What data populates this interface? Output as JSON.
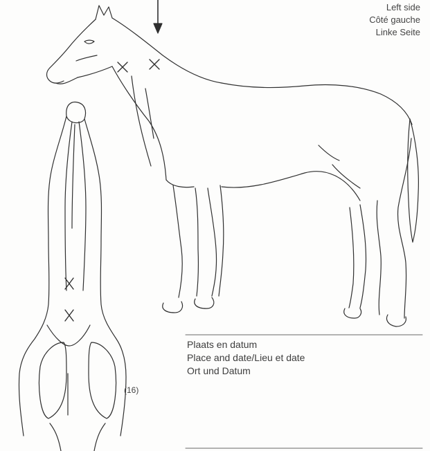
{
  "side_label": {
    "line1": "Left side",
    "line2": "Côté gauche",
    "line3": "Linke Seite"
  },
  "signature_block": {
    "line1": "Plaats en datum",
    "line2": "Place and date/Lieu et date",
    "line3": "Ort und Datum"
  },
  "figure_number": "(16)",
  "colors": {
    "ink": "#2f2f2f",
    "paper": "#fdfdfc"
  },
  "icons": {
    "arrow": "down-arrow-icon",
    "marks": "cross-mark-icon"
  }
}
